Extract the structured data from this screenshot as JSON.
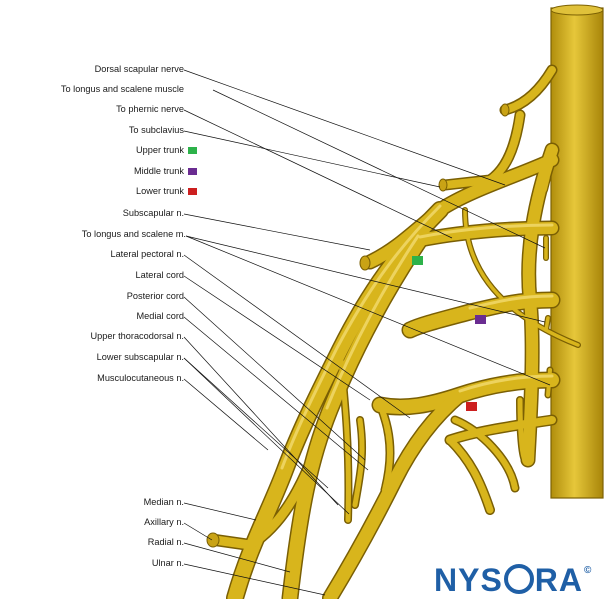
{
  "labels": {
    "dorsal_scapular": "Dorsal scapular nerve",
    "longus_scalene_muscle": "To longus and scalene muscle",
    "phrenic": "To phernic nerve",
    "subclavius": "To subclavius",
    "upper_trunk": "Upper trunk",
    "middle_trunk": "Middle trunk",
    "lower_trunk": "Lower trunk",
    "subscapular": "Subscapular n.",
    "longus_scalene_m": "To longus and scalene m.",
    "lateral_pectoral": "Lateral pectoral n.",
    "lateral_cord": "Lateral cord",
    "posterior_cord": "Posterior cord",
    "medial_cord": "Medial cord",
    "upper_thoracodorsal": "Upper thoracodorsal n.",
    "lower_subscapular": "Lower subscapular n.",
    "musculocutaneous": "Musculocutaneous n.",
    "median": "Median n.",
    "axillary": "Axillary n.",
    "radial": "Radial n.",
    "ulnar": "Ulnar n."
  },
  "legend_colors": {
    "upper_trunk": "#2db24a",
    "middle_trunk": "#6a2c91",
    "lower_trunk": "#cc1f1f"
  },
  "logo": {
    "pre": "NYS",
    "post": "RA",
    "mark": "©"
  },
  "colors": {
    "nerve_fill": "#d8b51c",
    "nerve_dark": "#8a6d05",
    "nerve_light": "#f3dc66",
    "brand": "#1f5fa6"
  }
}
